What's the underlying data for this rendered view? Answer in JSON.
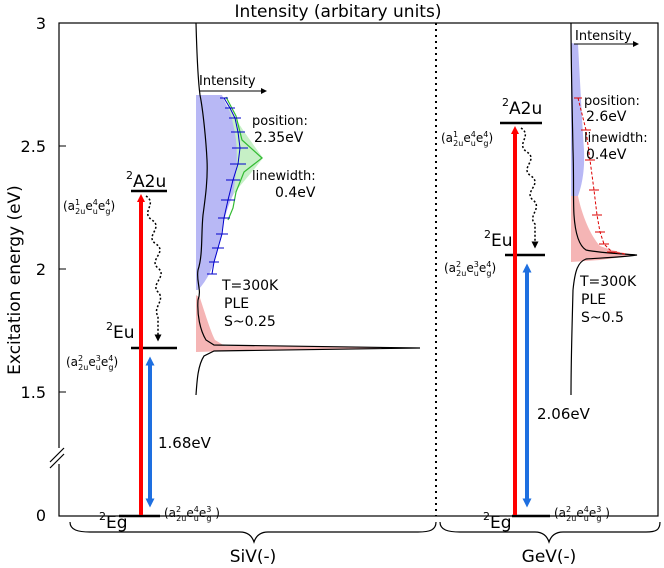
{
  "title": "Intensity (arbitary units)",
  "ylabel": "Excitation energy (eV)",
  "yticks": [
    "3",
    "2.5",
    "2",
    "1.5",
    "0"
  ],
  "panels": {
    "siv": {
      "name": "SiV(-)",
      "transition_label": "1.68eV",
      "level_ground": "Eg",
      "level_eu": "Eu",
      "level_a2u": "A2u",
      "inset_axis_label": "Intensity",
      "fit_position": "position:",
      "fit_position_value": "2.35eV",
      "fit_linewidth": "linewidth:",
      "fit_linewidth_value": "0.4eV",
      "temp": "T=300K",
      "ple": "PLE",
      "huang_rhys": "S~0.25"
    },
    "gev": {
      "name": "GeV(-)",
      "transition_label": "2.06eV",
      "level_ground": "Eg",
      "level_eu": "Eu",
      "level_a2u": "A2u",
      "inset_axis_label": "Intensity",
      "fit_position": "position:",
      "fit_position_value": "2.6eV",
      "fit_linewidth": "linewidth:",
      "fit_linewidth_value": "0.4eV",
      "temp": "T=300K",
      "ple": "PLE",
      "huang_rhys": "S~0.5"
    }
  },
  "colors": {
    "excitation_arrow": "#ff0000",
    "emission_arrow": "#1e6fe0",
    "ple_fill": "#b8b8f5",
    "sideband_fill": "#f5b5b5",
    "fit_green": "#33bb33",
    "data_blue": "#0000cc",
    "data_red": "#dd0000"
  }
}
